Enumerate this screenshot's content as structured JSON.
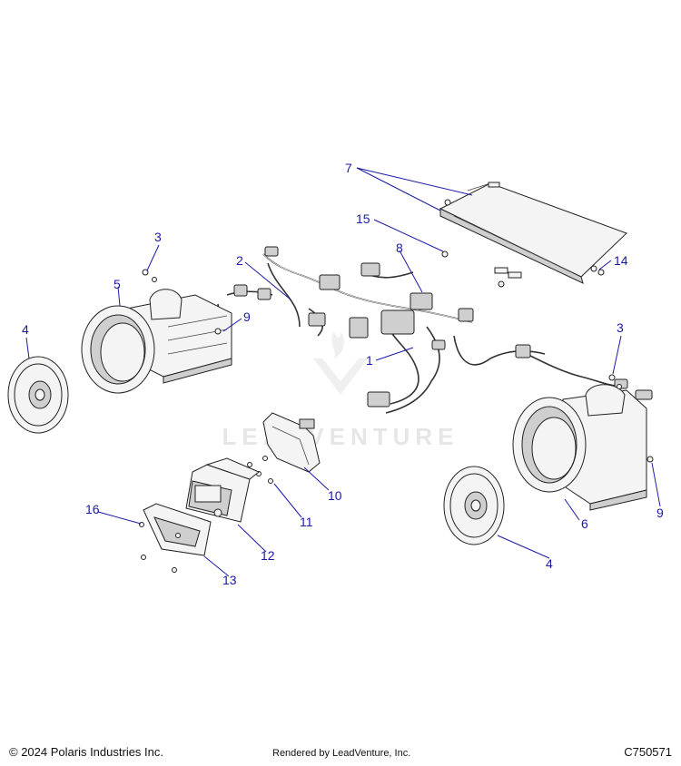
{
  "callouts": [
    "1",
    "2",
    "3",
    "3",
    "4",
    "4",
    "5",
    "6",
    "7",
    "8",
    "9",
    "9",
    "10",
    "11",
    "12",
    "13",
    "14",
    "15",
    "16"
  ],
  "watermark": "LEADVENTURE",
  "footer": {
    "copyright": "© 2024 Polaris Industries Inc.",
    "rendered_by": "Rendered by LeadVenture, Inc.",
    "drawing_number": "C750571"
  },
  "colors": {
    "callout": "#1a1aa8",
    "line": "#222222",
    "watermark": "#e6e6e6"
  }
}
